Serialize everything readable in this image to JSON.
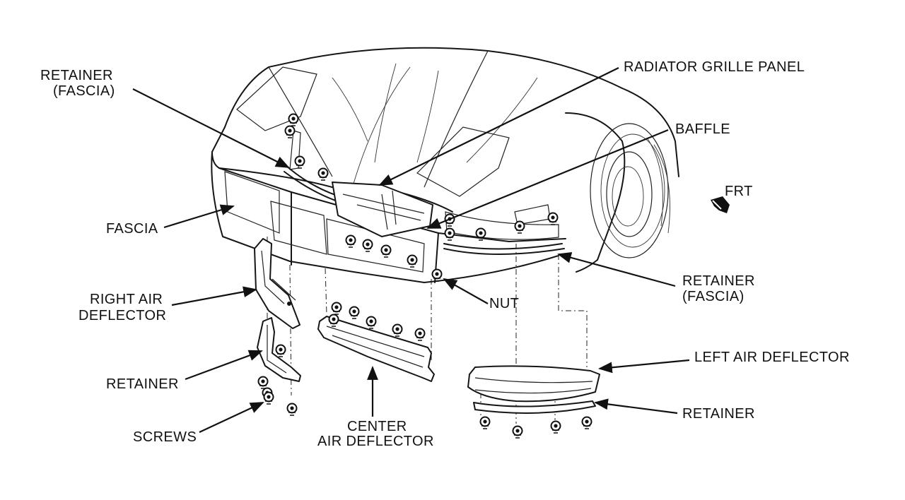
{
  "labels": {
    "retainer_fascia_upper": [
      "RETAINER",
      "(FASCIA)"
    ],
    "radiator_grille_panel": "RADIATOR GRILLE PANEL",
    "baffle": "BAFFLE",
    "frt": "FRT",
    "fascia": "FASCIA",
    "retainer_fascia_right": [
      "RETAINER",
      "(FASCIA)"
    ],
    "right_air_deflector": [
      "RIGHT AIR",
      "DEFLECTOR"
    ],
    "nut": "NUT",
    "left_air_deflector": "LEFT AIR DEFLECTOR",
    "retainer_left": "RETAINER",
    "retainer_right": "RETAINER",
    "screws": "SCREWS",
    "center_air_deflector": [
      "CENTER",
      "AIR DEFLECTOR"
    ]
  },
  "icons": {
    "direction_arrow": "frt-arrow-icon",
    "fastener": "fastener-icon"
  },
  "colors": {
    "line": "#151515",
    "background": "#ffffff"
  }
}
